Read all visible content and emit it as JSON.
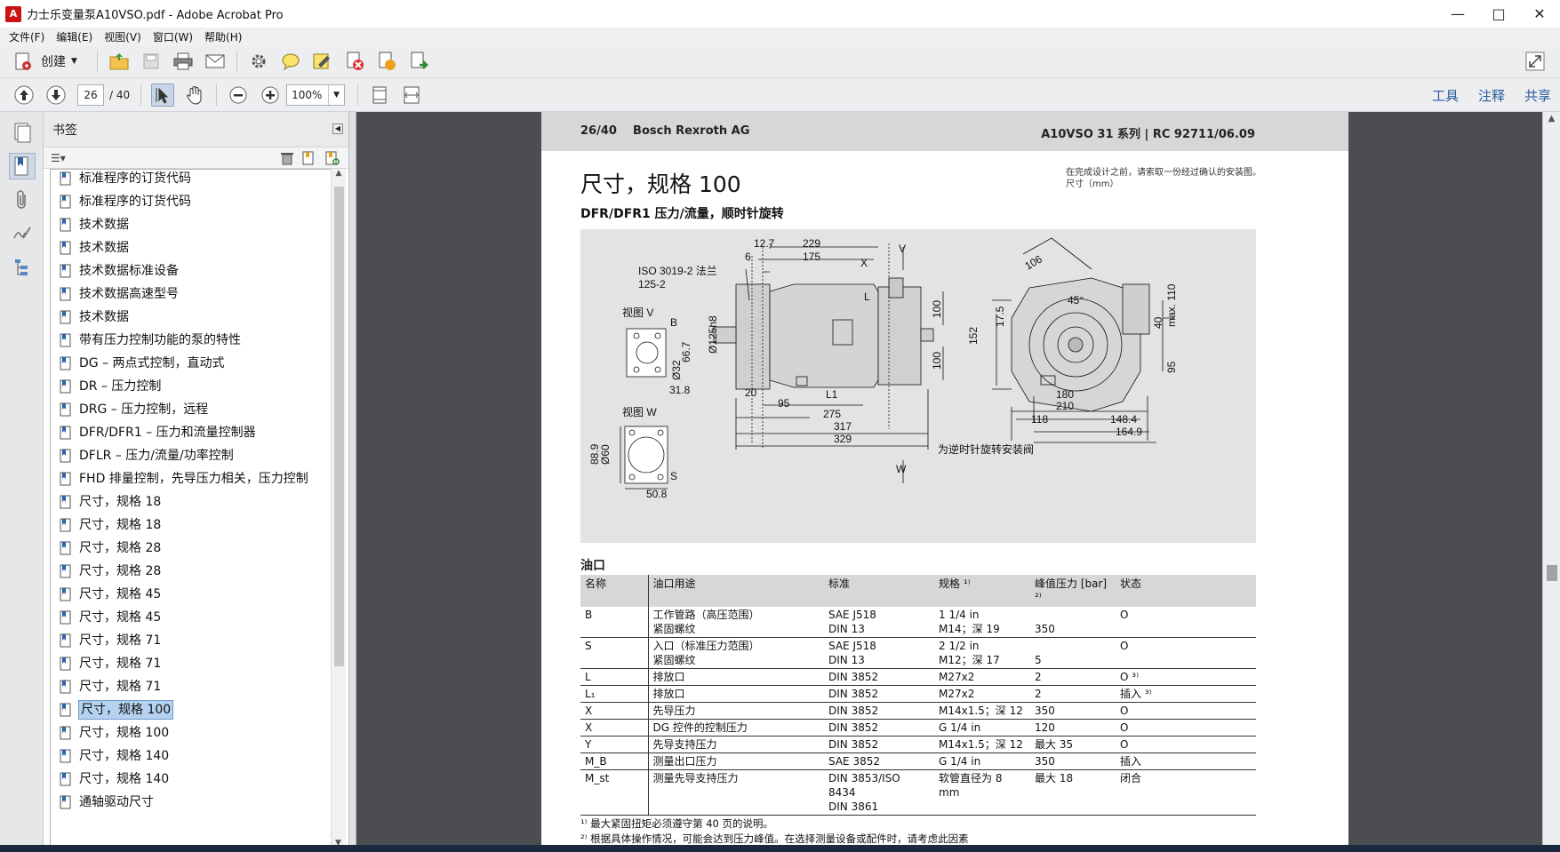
{
  "window": {
    "title": "力士乐变量泵A10VSO.pdf - Adobe Acrobat Pro"
  },
  "menu": [
    "文件(F)",
    "编辑(E)",
    "视图(V)",
    "窗口(W)",
    "帮助(H)"
  ],
  "toolbar": {
    "create_label": "创建"
  },
  "nav": {
    "current_page": "26",
    "total_pages": "/ 40",
    "zoom": "100%"
  },
  "right_tools": [
    "工具",
    "注释",
    "共享"
  ],
  "bookmarks": {
    "title": "书签",
    "items": [
      {
        "label": "标准程序的订货代码"
      },
      {
        "label": "标准程序的订货代码"
      },
      {
        "label": "技术数据"
      },
      {
        "label": "技术数据"
      },
      {
        "label": "技术数据标准设备"
      },
      {
        "label": "技术数据高速型号"
      },
      {
        "label": "技术数据"
      },
      {
        "label": "带有压力控制功能的泵的特性"
      },
      {
        "label": "DG – 两点式控制，直动式"
      },
      {
        "label": "DR – 压力控制"
      },
      {
        "label": "DRG – 压力控制，远程"
      },
      {
        "label": "DFR/DFR1 – 压力和流量控制器"
      },
      {
        "label": "DFLR – 压力/流量/功率控制"
      },
      {
        "label": "FHD 排量控制，先导压力相关，压力控制"
      },
      {
        "label": "尺寸，规格 18"
      },
      {
        "label": "尺寸，规格 18"
      },
      {
        "label": "尺寸，规格 28"
      },
      {
        "label": "尺寸，规格 28"
      },
      {
        "label": "尺寸，规格 45"
      },
      {
        "label": "尺寸，规格 45"
      },
      {
        "label": "尺寸，规格 71"
      },
      {
        "label": "尺寸，规格 71"
      },
      {
        "label": "尺寸，规格 71"
      },
      {
        "label": "尺寸，规格 100",
        "selected": true
      },
      {
        "label": "尺寸，规格 100"
      },
      {
        "label": "尺寸，规格 140"
      },
      {
        "label": "尺寸，规格 140"
      },
      {
        "label": "通轴驱动尺寸"
      }
    ]
  },
  "page": {
    "header_left": "26/40    Bosch Rexroth AG",
    "header_right": "A10VSO 31 系列 | RC 92711/06.09",
    "title": "尺寸，规格 100",
    "note": "在完成设计之前，请索取一份经过确认的安装图。尺寸（mm）",
    "subtitle": "DFR/DFR1 压力/流量，顺时针旋转",
    "drawing_labels": {
      "iso": "ISO 3019-2 法兰",
      "iso2": "125-2",
      "view_v": "视图 V",
      "view_w": "视图 W",
      "d12_7": "12.7",
      "d229": "229",
      "d6": "6",
      "d175": "175",
      "x": "X",
      "v": "V",
      "w": "W",
      "dia125": "Ø125h8",
      "d100a": "100",
      "d100b": "100",
      "l": "L",
      "l1": "L1",
      "d20": "20",
      "d95": "95",
      "d275": "275",
      "d317": "317",
      "d329": "329",
      "b": "B",
      "s": "S",
      "dia32": "Ø32",
      "d66_7": "66.7",
      "d31_8": "31.8",
      "dia60": "Ø60",
      "d88_9": "88.9",
      "d50_8": "50.8",
      "d106": "106",
      "d45": "45°",
      "d175b": "17.5",
      "d152": "152",
      "d40": "40",
      "dmax110": "max. 110",
      "d95b": "95",
      "d180": "180",
      "d210": "210",
      "d118": "118",
      "d148_4": "148.4",
      "d164_9": "164.9",
      "ccw_note": "为逆时针旋转安装阀"
    },
    "ports_title": "油口",
    "ports_headers": [
      "名称",
      "油口用途",
      "标准",
      "规格 ¹⁾",
      "峰值压力 [bar] ²⁾",
      "状态"
    ],
    "ports_rows": [
      [
        "B",
        "工作管路（高压范围）\n紧固螺纹",
        "SAE J518\nDIN 13",
        "1 1/4 in\nM14；深 19",
        "\n350",
        "O"
      ],
      [
        "S",
        "入口（标准压力范围）\n紧固螺纹",
        "SAE J518\nDIN 13",
        "2 1/2 in\nM12；深 17",
        "\n5",
        "O"
      ],
      [
        "L",
        "排放口",
        "DIN 3852",
        "M27x2",
        "2",
        "O ³⁾"
      ],
      [
        "L₁",
        "排放口",
        "DIN 3852",
        "M27x2",
        "2",
        "插入 ³⁾"
      ],
      [
        "X",
        "先导压力",
        "DIN 3852",
        "M14x1.5；深 12",
        "350",
        "O"
      ],
      [
        "X",
        "DG 控件的控制压力",
        "DIN 3852",
        "G 1/4 in",
        "120",
        "O"
      ],
      [
        "Y",
        "先导支持压力",
        "DIN 3852",
        "M14x1.5；深 12",
        "最大 35",
        "O"
      ],
      [
        "M_B",
        "测量出口压力",
        "SAE 3852",
        "G 1/4 in",
        "350",
        "插入"
      ],
      [
        "M_st",
        "测量先导支持压力",
        "DIN 3853/ISO 8434\nDIN 3861",
        "软管直径为 8 mm",
        "最大 18",
        "闭合"
      ]
    ],
    "footnote1": "¹⁾ 最大紧固扭矩必须遵守第 40 页的说明。",
    "footnote2": "²⁾ 根据具体操作情况，可能会达到压力峰值。在选择测量设备或配件时，请考虑此因素"
  },
  "colors": {
    "accent": "#275a9e",
    "doc_bg": "#4b4d51",
    "selection": "#b5d3f0"
  }
}
